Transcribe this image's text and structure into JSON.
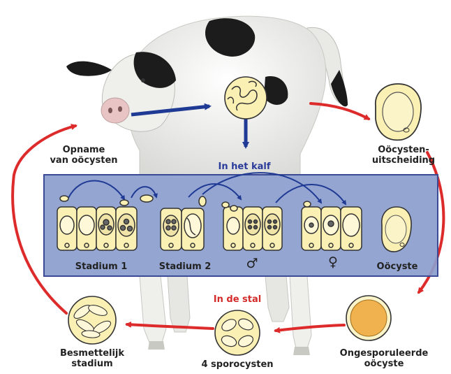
{
  "labels": {
    "intake_line1": "Opname",
    "intake_line2": "van oöcysten",
    "excretion_line1": "Oöcysten-",
    "excretion_line2": "uitscheiding",
    "in_calf": "In het kalf",
    "in_stable": "In de stal",
    "stage1": "Stadium 1",
    "stage2": "Stadium 2",
    "male": "♂",
    "female": "♀",
    "oocyst": "Oöcyste",
    "infective_line1": "Besmettelijk",
    "infective_line2": "stadium",
    "sporocysts": "4 sporocysten",
    "unsporulated_line1": "Ongesporuleerde",
    "unsporulated_line2": "oöcyste"
  },
  "colors": {
    "panel_fill": "#8c9dcd",
    "panel_border": "#3a4a95",
    "cycle_arrow": "#dd2b2b",
    "inner_arrow": "#1f3a94",
    "cell_fill": "#fbf0b4",
    "orange_oocyst": "#f0b24e",
    "cell_outline": "#3b3b3b"
  }
}
